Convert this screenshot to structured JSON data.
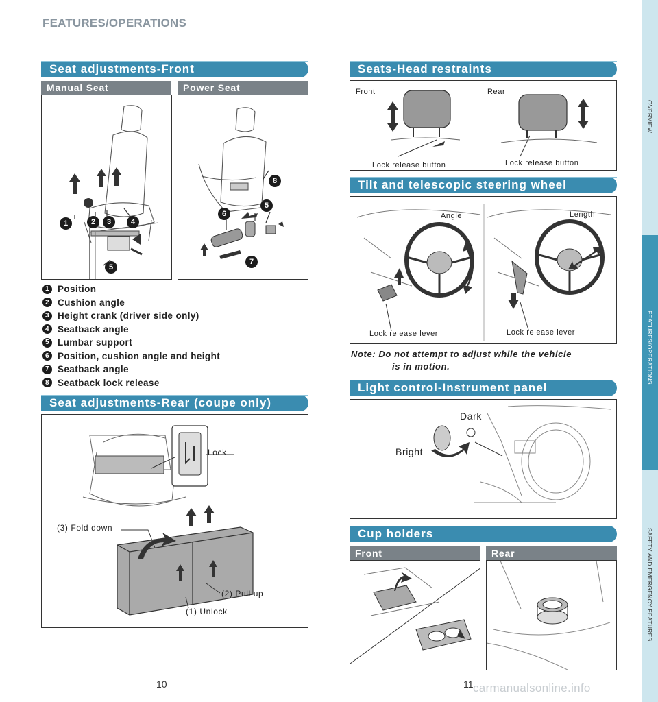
{
  "header": {
    "title": "FEATURES/OPERATIONS"
  },
  "seat_front": {
    "title": "Seat adjustments-Front",
    "manual_label": "Manual Seat",
    "power_label": "Power Seat",
    "callouts": [
      "1",
      "2",
      "3",
      "4",
      "5",
      "6",
      "7",
      "8"
    ]
  },
  "legend": [
    {
      "num": "1",
      "text": "Position"
    },
    {
      "num": "2",
      "text": "Cushion angle"
    },
    {
      "num": "3",
      "text": "Height crank (driver side only)"
    },
    {
      "num": "4",
      "text": "Seatback angle"
    },
    {
      "num": "5",
      "text": "Lumbar support"
    },
    {
      "num": "6",
      "text": "Position, cushion angle and height"
    },
    {
      "num": "7",
      "text": "Seatback angle"
    },
    {
      "num": "8",
      "text": "Seatback lock release"
    }
  ],
  "seat_rear": {
    "title": "Seat adjustments-Rear (coupe only)",
    "lock": "Lock",
    "fold_down": "(3) Fold down",
    "pull_up": "(2) Pull up",
    "unlock": "(1) Unlock"
  },
  "head_restraints": {
    "title": "Seats-Head restraints",
    "front": "Front",
    "rear": "Rear",
    "button_front": "Lock release button",
    "button_rear": "Lock release button"
  },
  "steering": {
    "title": "Tilt and telescopic steering wheel",
    "angle": "Angle",
    "length": "Length",
    "lever_left": "Lock release lever",
    "lever_right": "Lock release lever"
  },
  "note": {
    "line1": "Note: Do not attempt to adjust while the vehicle",
    "line2": "is in motion."
  },
  "light": {
    "title": "Light control-Instrument panel",
    "dark": "Dark",
    "bright": "Bright"
  },
  "cup": {
    "title": "Cup holders",
    "front": "Front",
    "rear": "Rear"
  },
  "pages": {
    "left": "10",
    "right": "11"
  },
  "watermark": "carmanualsonline.info",
  "sidebar": {
    "overview": "OVERVIEW",
    "features": "FEATURES/OPERATIONS",
    "safety": "SAFETY AND EMERGENCY FEATURES"
  },
  "colors": {
    "banner": "#3a8cb0",
    "subhead": "#7a8288",
    "sidebar": "#cde6ee",
    "sidebar_active": "#3f96b6"
  }
}
